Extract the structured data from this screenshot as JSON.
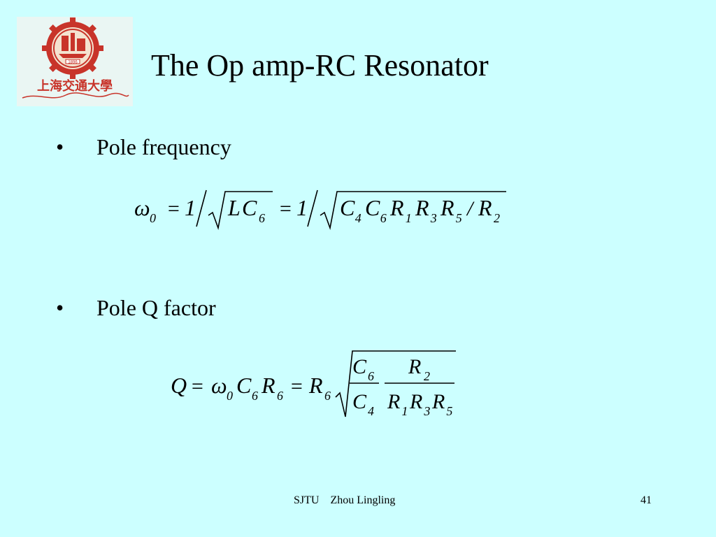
{
  "slide": {
    "title": "The Op amp-RC Resonator",
    "logo_text_cn": "上海交通大學",
    "logo_year": "1896"
  },
  "bullets": [
    {
      "marker": "•",
      "text": "Pole frequency"
    },
    {
      "marker": "•",
      "text": "Pole Q factor"
    }
  ],
  "equations": {
    "pole_frequency": {
      "lhs": "ω",
      "lhs_sub": "0",
      "eq": "=",
      "one": "1",
      "lc_L": "L",
      "lc_C": "C",
      "lc_sub": "6",
      "terms": [
        {
          "v": "C",
          "s": "4"
        },
        {
          "v": "C",
          "s": "6"
        },
        {
          "v": "R",
          "s": "1"
        },
        {
          "v": "R",
          "s": "3"
        },
        {
          "v": "R",
          "s": "5"
        }
      ],
      "slash": "/",
      "last": {
        "v": "R",
        "s": "2"
      }
    },
    "pole_q": {
      "lhs": "Q",
      "eq": "=",
      "w": "ω",
      "w_sub": "0",
      "c": "C",
      "c_sub": "6",
      "r": "R",
      "r_sub": "6",
      "num1": {
        "v": "C",
        "s": "6"
      },
      "den1": {
        "v": "C",
        "s": "4"
      },
      "num2": {
        "v": "R",
        "s": "2"
      },
      "den2": [
        {
          "v": "R",
          "s": "1"
        },
        {
          "v": "R",
          "s": "3"
        },
        {
          "v": "R",
          "s": "5"
        }
      ]
    }
  },
  "footer": {
    "org": "SJTU",
    "author": "Zhou Lingling",
    "page": "41"
  },
  "colors": {
    "background": "#ccffff",
    "logo_red": "#c8342a"
  }
}
